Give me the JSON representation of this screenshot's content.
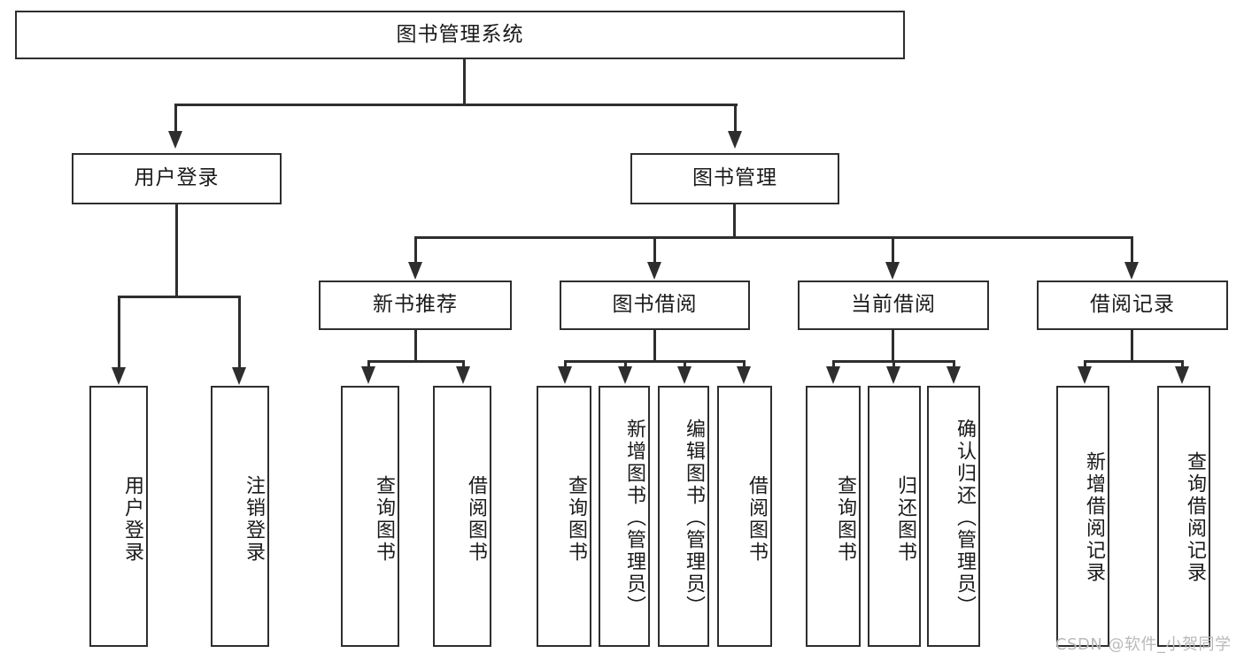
{
  "diagram": {
    "title": "图书管理系统",
    "root": {
      "label": "图书管理系统"
    },
    "level2": [
      {
        "label": "用户登录"
      },
      {
        "label": "图书管理"
      }
    ],
    "level3": [
      {
        "label": "新书推荐"
      },
      {
        "label": "图书借阅"
      },
      {
        "label": "当前借阅"
      },
      {
        "label": "借阅记录"
      }
    ],
    "leaves": {
      "user_login": [
        {
          "label": "用户登录"
        },
        {
          "label": "注销登录"
        }
      ],
      "new_book_recommend": [
        {
          "label": "查询图书"
        },
        {
          "label": "借阅图书"
        }
      ],
      "book_borrow": [
        {
          "label": "查询图书"
        },
        {
          "label": "新增图书（管理员）"
        },
        {
          "label": "编辑图书（管理员）"
        },
        {
          "label": "借阅图书"
        }
      ],
      "current_borrow": [
        {
          "label": "查询图书"
        },
        {
          "label": "归还图书"
        },
        {
          "label": "确认归还（管理员）"
        }
      ],
      "borrow_record": [
        {
          "label": "新增借阅记录"
        },
        {
          "label": "查询借阅记录"
        }
      ]
    }
  },
  "watermark": {
    "text": "CSDN @软件_小贺同学"
  },
  "colors": {
    "stroke": "#2e2e2e",
    "background": "#ffffff",
    "text": "#1a1a1a",
    "watermark": "#b9b9b9"
  }
}
